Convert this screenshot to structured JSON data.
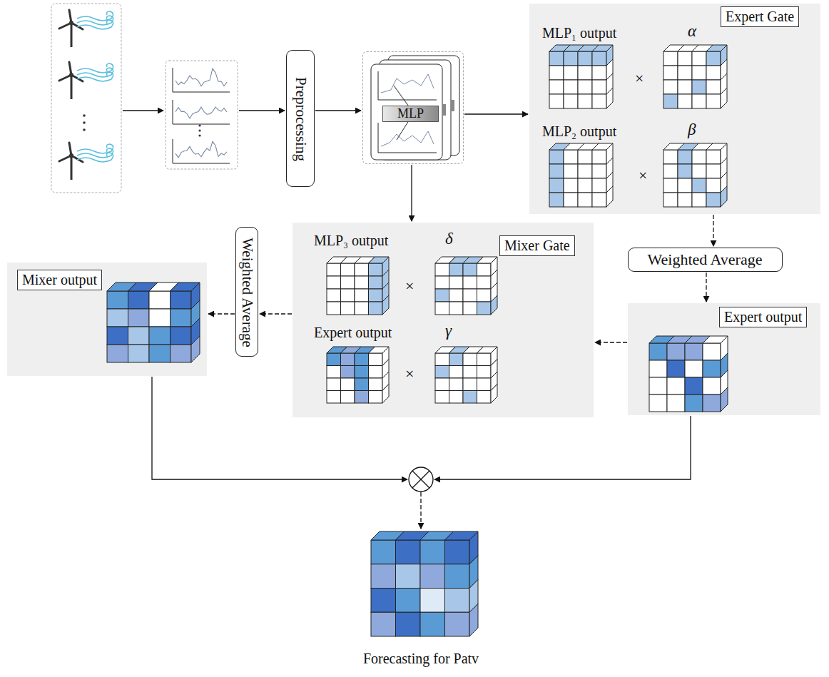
{
  "diagram": {
    "nodes": [
      {
        "text": [
          "Preprocessing"
        ]
      },
      {
        "text": [
          "MLP"
        ]
      },
      {
        "text": [
          "Expert Gate",
          "MLP₁ output",
          "α",
          "MLP₂ output",
          "β"
        ]
      },
      {
        "text": [
          "Weighted Average"
        ]
      },
      {
        "text": [
          "Expert output"
        ]
      },
      {
        "text": [
          "Mixer Gate",
          "MLP₃ output",
          "δ",
          "Expert output",
          "γ"
        ]
      },
      {
        "text": [
          "Weighted Average"
        ]
      },
      {
        "text": [
          "Mixer output"
        ]
      }
    ],
    "edges": [
      {
        "from": 0,
        "to": 1,
        "arrow": "to"
      },
      {
        "from": 1,
        "to": 2,
        "arrow": "to"
      },
      {
        "from": 1,
        "to": 5,
        "arrow": "to"
      },
      {
        "from": 2,
        "to": 3,
        "arrow": "to"
      },
      {
        "from": 3,
        "to": 4,
        "arrow": "to"
      },
      {
        "from": 4,
        "to": 5,
        "arrow": "to"
      },
      {
        "from": 5,
        "to": 6,
        "arrow": "to"
      },
      {
        "from": 6,
        "to": 7,
        "arrow": "to"
      }
    ],
    "labels": [
      "×",
      "×",
      "×",
      "×",
      "Forecasting for Patv"
    ]
  }
}
